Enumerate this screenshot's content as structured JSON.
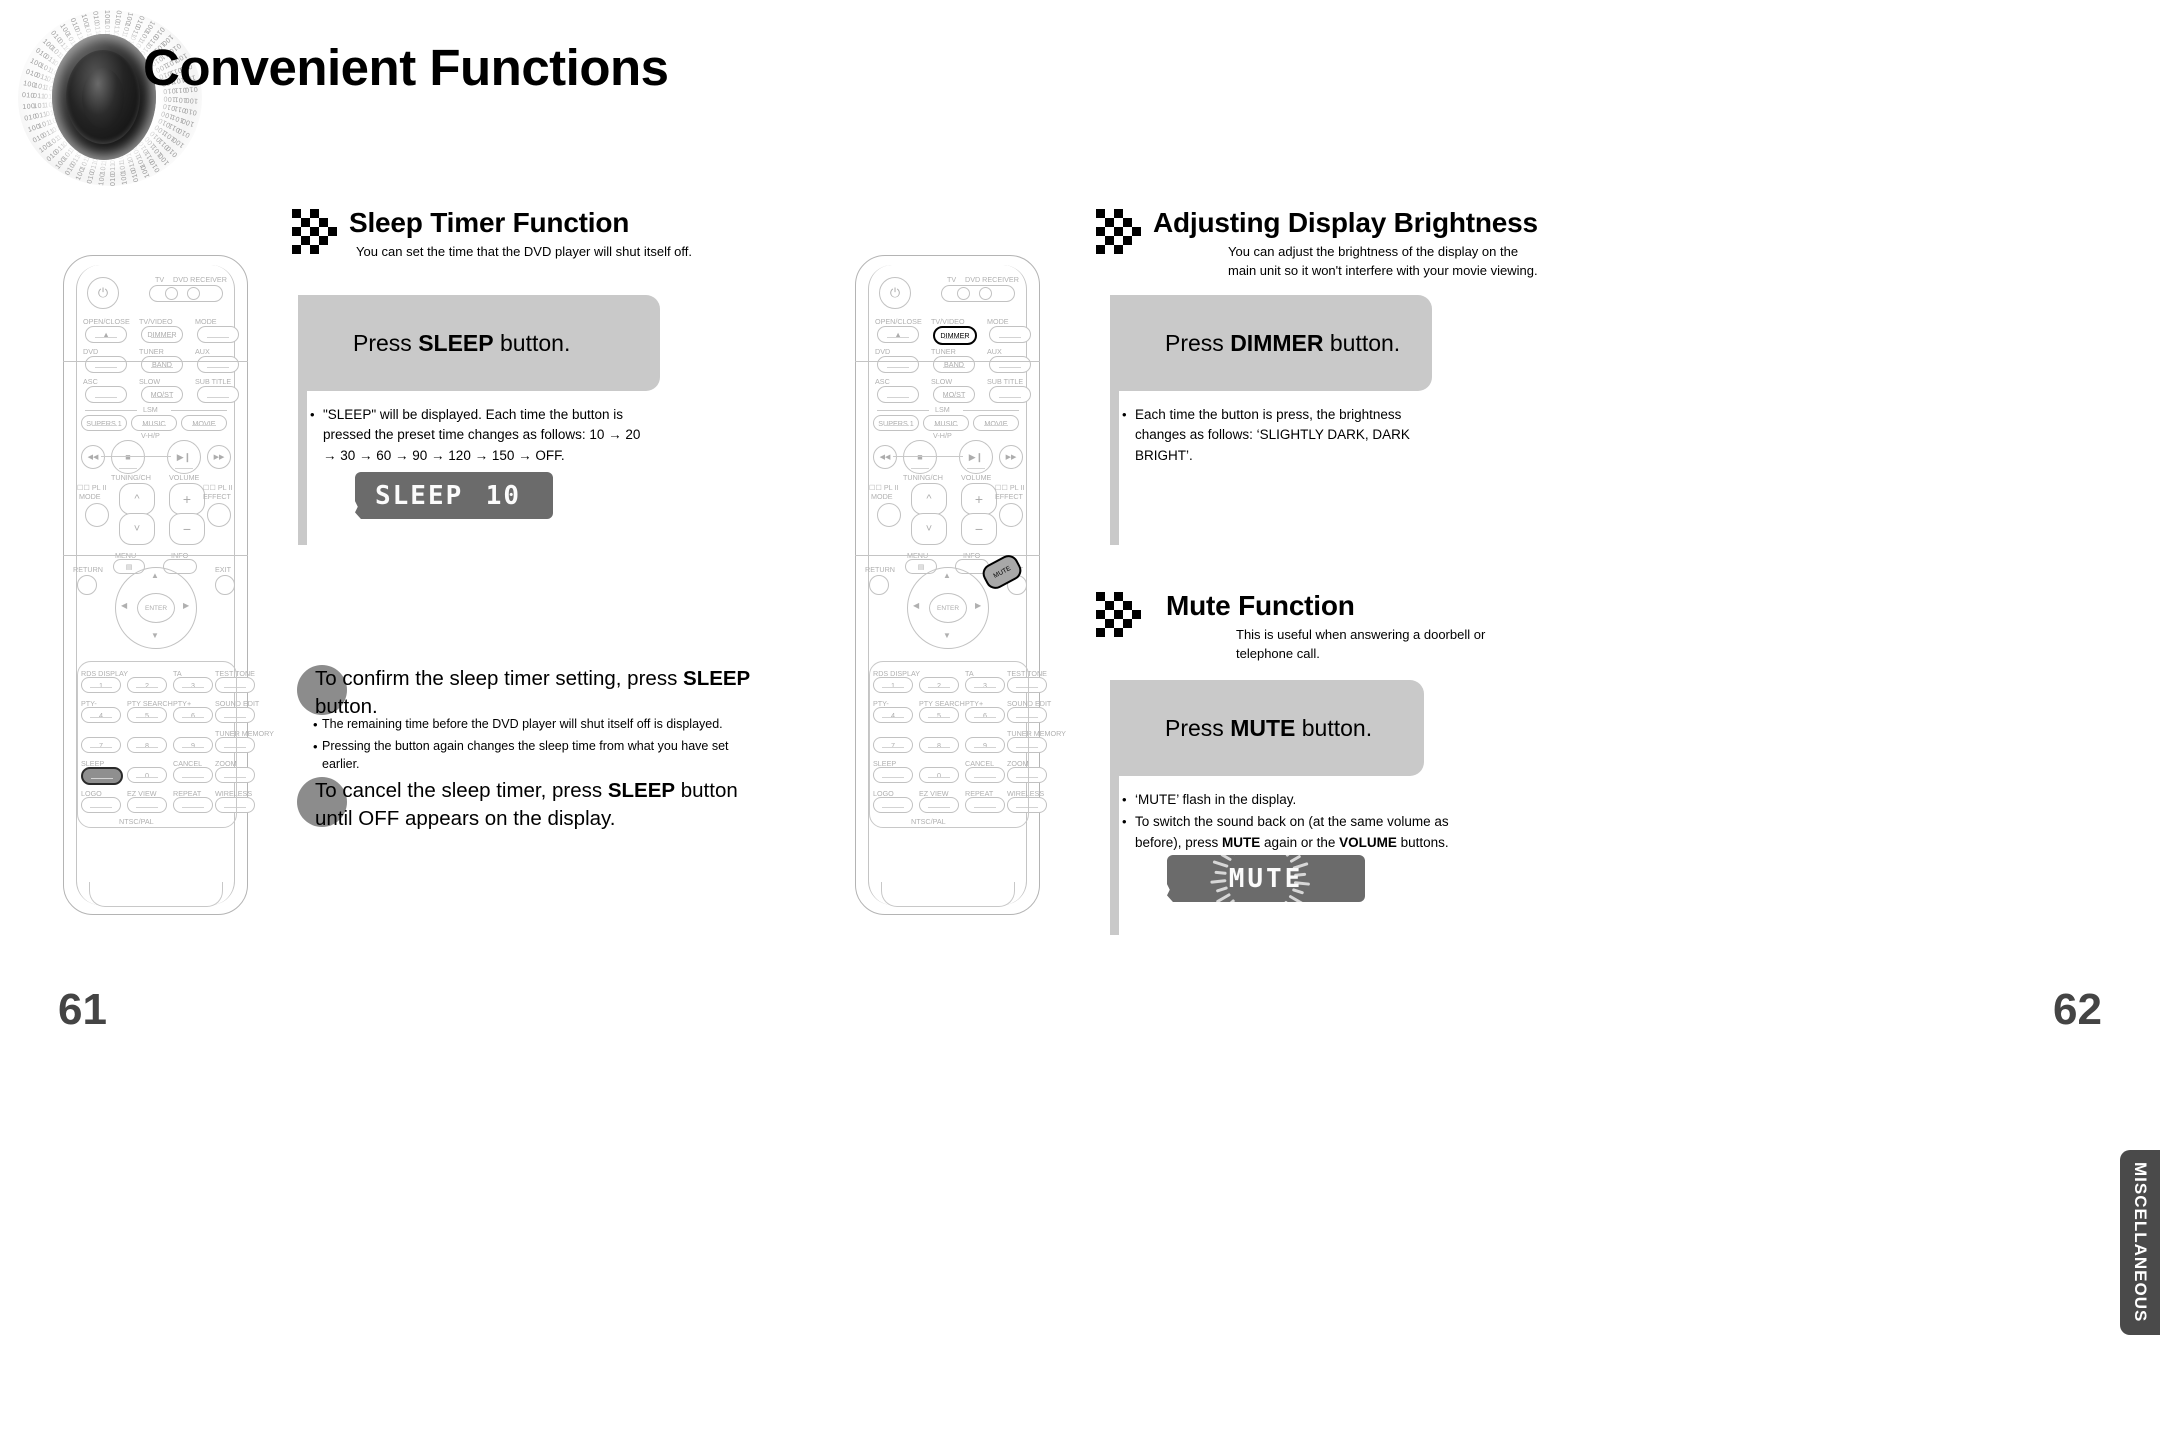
{
  "document": {
    "title": "Convenient Functions",
    "left_page_number": "61",
    "right_page_number": "62",
    "side_tab_label": "MISCELLANEOUS"
  },
  "sections": [
    {
      "id": "sleep-timer",
      "heading": "Sleep Timer Function",
      "subtitle": "You can set the time that the DVD player will shut itself off.",
      "panel_text_pre": "Press ",
      "panel_text_bold": "SLEEP",
      "panel_text_post": " button.",
      "bullets": [
        "\"SLEEP\" will be displayed. Each time the button is pressed the preset time changes as follows: 10 → 20 → 30 → 60 → 90 → 120 → 150 → OFF."
      ],
      "display": {
        "text": "SLEEP",
        "value": "10"
      }
    },
    {
      "id": "display-brightness",
      "heading": "Adjusting Display Brightness",
      "subtitle_line1": "You can adjust the brightness of the display on the",
      "subtitle_line2": "main unit so it won't interfere with your movie viewing.",
      "panel_text_pre": "Press ",
      "panel_text_bold": "DIMMER",
      "panel_text_post": " button.",
      "bullets": [
        "Each time the button is press, the brightness changes as follows: ‘SLIGHTLY DARK, DARK  BRIGHT’."
      ]
    },
    {
      "id": "mute",
      "heading": "Mute Function",
      "subtitle_line1": "This is useful when answering a doorbell or",
      "subtitle_line2": "telephone call.",
      "panel_text_pre": "Press ",
      "panel_text_bold": "MUTE",
      "panel_text_post": " button.",
      "bullets": [
        "‘MUTE’ flash in the display.",
        "To switch the sound back on (at the same volume as before), press MUTE again or the VOLUME buttons."
      ],
      "display": {
        "text": "MUTE"
      }
    }
  ],
  "callouts": [
    {
      "id": "confirm-sleep",
      "text_pre": "To confirm the sleep timer setting, press ",
      "text_bold": "SLEEP",
      "text_post": " button.",
      "subbullets": [
        "The remaining time before the DVD player will shut itself off is displayed.",
        "Pressing the button again changes the sleep time from what you have set earlier."
      ]
    },
    {
      "id": "cancel-sleep",
      "text_pre": "To cancel the sleep timer, press ",
      "text_bold": "SLEEP",
      "text_post": " button until OFF appears on the display."
    }
  ],
  "remote": {
    "power_icon": "power-icon",
    "top_labels": {
      "tv": "TV",
      "receiver": "DVD RECEIVER"
    },
    "rows": [
      {
        "labels": [
          "OPEN/CLOSE",
          "TV/VIDEO",
          "MODE"
        ],
        "buttons": [
          "▲",
          "DIMMER",
          ""
        ]
      },
      {
        "labels": [
          "DVD",
          "TUNER",
          "AUX"
        ],
        "buttons": [
          "",
          "BAND",
          ""
        ]
      },
      {
        "labels": [
          "ASC",
          "SLOW",
          "SUB TITLE"
        ],
        "buttons": [
          "",
          "MO/ST",
          ""
        ]
      }
    ],
    "lsm_label": "LSM",
    "lsm_buttons": [
      "SUPERS.1",
      "MUSIC",
      "MOVIE"
    ],
    "vhp_label": "V-H/P",
    "transport": [
      "◀◀",
      "■",
      "▶❙",
      "▶▶"
    ],
    "tuning_label": "TUNING/CH",
    "volume_label": "VOLUME",
    "plii_mode": "☐☐ PL II MODE",
    "plii_effect": "☐☐ PL II EFFECT",
    "menu_label": "MENU",
    "info_label": "INFO",
    "return_label": "RETURN",
    "exit_label": "EXIT",
    "enter_label": "ENTER",
    "keypad": [
      {
        "labels": [
          "RDS DISPLAY",
          "",
          "TA",
          "TEST TONE"
        ],
        "keys": [
          "1",
          "2",
          "3",
          ""
        ]
      },
      {
        "labels": [
          "PTY-",
          "PTY SEARCH",
          "PTY+",
          "SOUND EDIT"
        ],
        "keys": [
          "4",
          "5",
          "6",
          ""
        ]
      },
      {
        "labels": [
          "",
          "",
          "",
          "TUNER MEMORY"
        ],
        "keys": [
          "7",
          "8",
          "9",
          ""
        ]
      },
      {
        "labels": [
          "SLEEP",
          "",
          "CANCEL",
          "ZOOM"
        ],
        "keys": [
          "",
          "0",
          "",
          ""
        ]
      },
      {
        "labels": [
          "LOGO",
          "EZ VIEW",
          "REPEAT",
          "WIRELESS"
        ],
        "keys": [
          "",
          "",
          "",
          ""
        ]
      }
    ],
    "ntsc_label": "NTSC/PAL",
    "mute_label": "MUTE"
  }
}
